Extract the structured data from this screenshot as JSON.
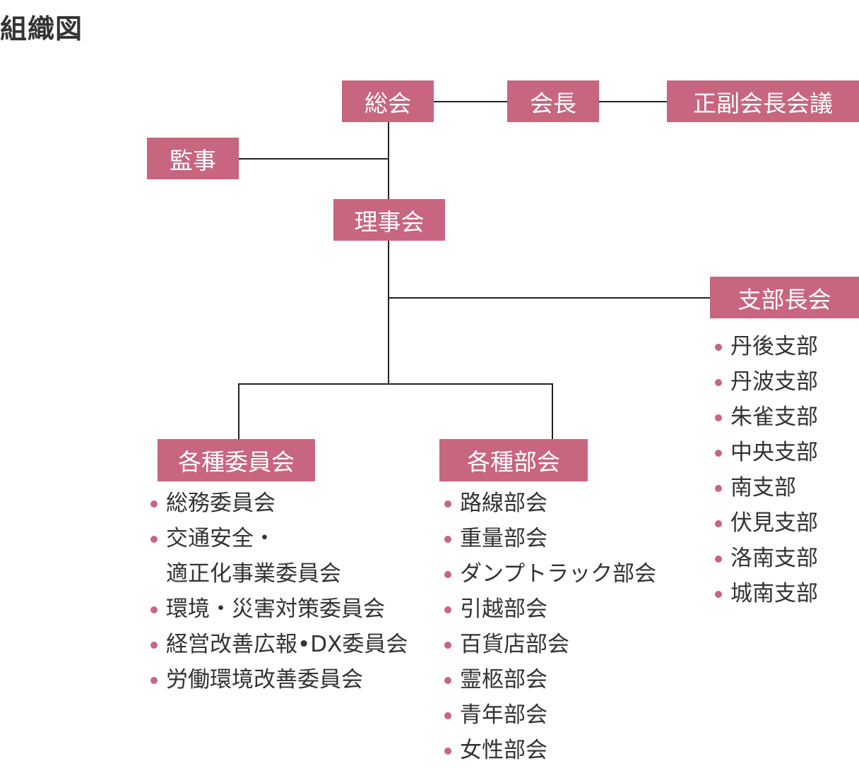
{
  "title": "組織図",
  "nodes": {
    "soukai": "総会",
    "kaichou": "会長",
    "seifuku": "正副会長会議",
    "kanji": "監事",
    "rijikai": "理事会",
    "shibuchoukai": "支部長会",
    "iinkai": "各種委員会",
    "bukai": "各種部会"
  },
  "branches": [
    "丹後支部",
    "丹波支部",
    "朱雀支部",
    "中央支部",
    "南支部",
    "伏見支部",
    "洛南支部",
    "城南支部"
  ],
  "committees": [
    "総務委員会",
    "交通安全・",
    "適正化事業委員会",
    "環境・災害対策委員会",
    "経営改善広報•DX委員会",
    "労働環境改善委員会"
  ],
  "divisions": [
    "路線部会",
    "重量部会",
    "ダンプトラック部会",
    "引越部会",
    "百貨店部会",
    "霊柩部会",
    "青年部会",
    "女性部会"
  ],
  "colors": {
    "node_fill": "#c8657f",
    "line": "#222222",
    "text": "#333333"
  }
}
